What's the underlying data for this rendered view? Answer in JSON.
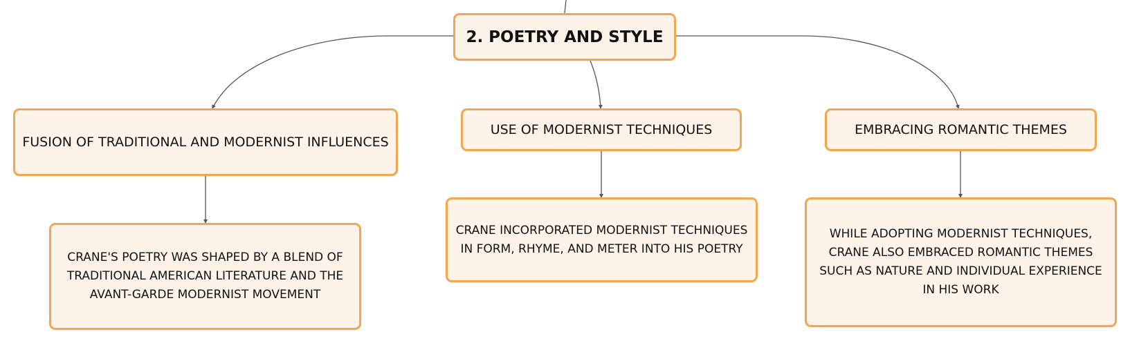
{
  "mindmap": {
    "root": {
      "label": "2. POETRY AND STYLE"
    },
    "branches": [
      {
        "label": "FUSION OF TRADITIONAL AND MODERNIST INFLUENCES",
        "detail": "CRANE'S POETRY WAS SHAPED BY A BLEND OF TRADITIONAL AMERICAN LITERATURE AND THE AVANT-GARDE MODERNIST MOVEMENT"
      },
      {
        "label": "USE OF MODERNIST TECHNIQUES",
        "detail": "CRANE INCORPORATED MODERNIST TECHNIQUES IN FORM, RHYME, AND METER INTO HIS POETRY"
      },
      {
        "label": "EMBRACING ROMANTIC THEMES",
        "detail": "WHILE ADOPTING MODERNIST TECHNIQUES, CRANE ALSO EMBRACED ROMANTIC THEMES SUCH AS NATURE AND INDIVIDUAL EXPERIENCE IN HIS WORK"
      }
    ]
  },
  "colors": {
    "node_fill": "#fdf3e9",
    "node_border": "#f0a74f",
    "connector": "#555555"
  }
}
